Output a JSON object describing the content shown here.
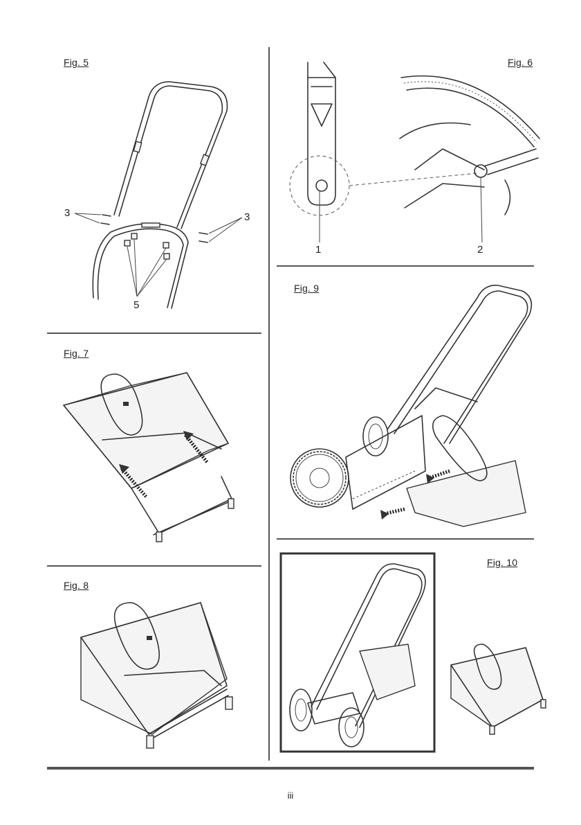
{
  "figures": {
    "fig5": {
      "label": "Fig. 5",
      "callout_3_left": "3",
      "callout_3_right": "3",
      "callout_5": "5"
    },
    "fig6": {
      "label": "Fig. 6",
      "callout_1": "1",
      "callout_2": "2"
    },
    "fig7": {
      "label": "Fig. 7"
    },
    "fig8": {
      "label": "Fig. 8"
    },
    "fig9": {
      "label": "Fig. 9"
    },
    "fig10": {
      "label": "Fig. 10"
    }
  },
  "page_number": "iii"
}
